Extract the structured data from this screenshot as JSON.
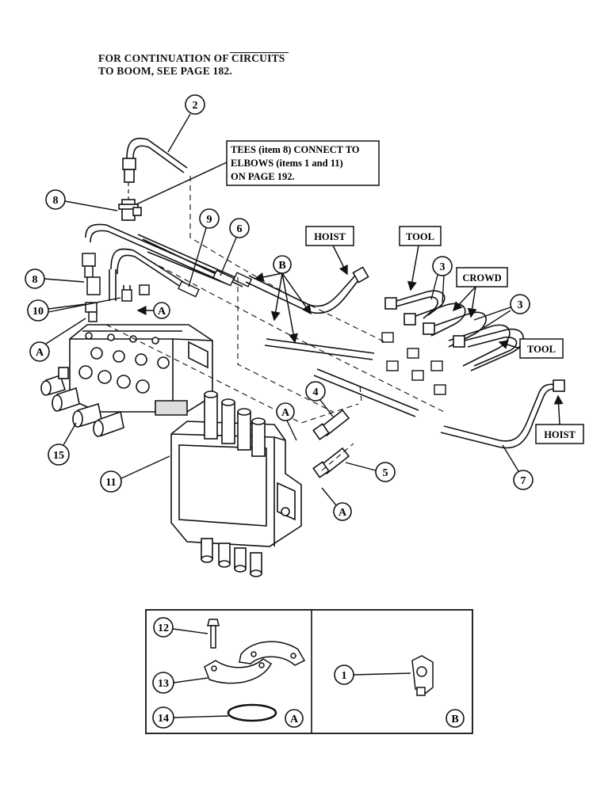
{
  "note": {
    "line1": "FOR CONTINUATION OF CIRCUITS",
    "line2": "TO BOOM, SEE PAGE 182."
  },
  "tees_note": {
    "line1": "TEES (item 8) CONNECT TO",
    "line2": "ELBOWS (items 1 and 11)",
    "line3": "ON PAGE 192."
  },
  "tags": {
    "hoist_top": "HOIST",
    "tool_top": "TOOL",
    "crowd": "CROWD",
    "tool_right": "TOOL",
    "hoist_bottom": "HOIST"
  },
  "callouts": {
    "c2": "2",
    "c8a": "8",
    "c9": "9",
    "c6": "6",
    "c8b": "8",
    "c10": "10",
    "c3a": "3",
    "c3b": "3",
    "c4": "4",
    "c5": "5",
    "c7": "7",
    "c11": "11",
    "c15": "15",
    "c12": "12",
    "c13": "13",
    "c14": "14",
    "c1": "1"
  },
  "letters": {
    "b_main": "B",
    "a_arrow": "A",
    "a_left": "A",
    "a_mid": "A",
    "a_right": "A",
    "a_inset": "A",
    "b_inset": "B"
  }
}
